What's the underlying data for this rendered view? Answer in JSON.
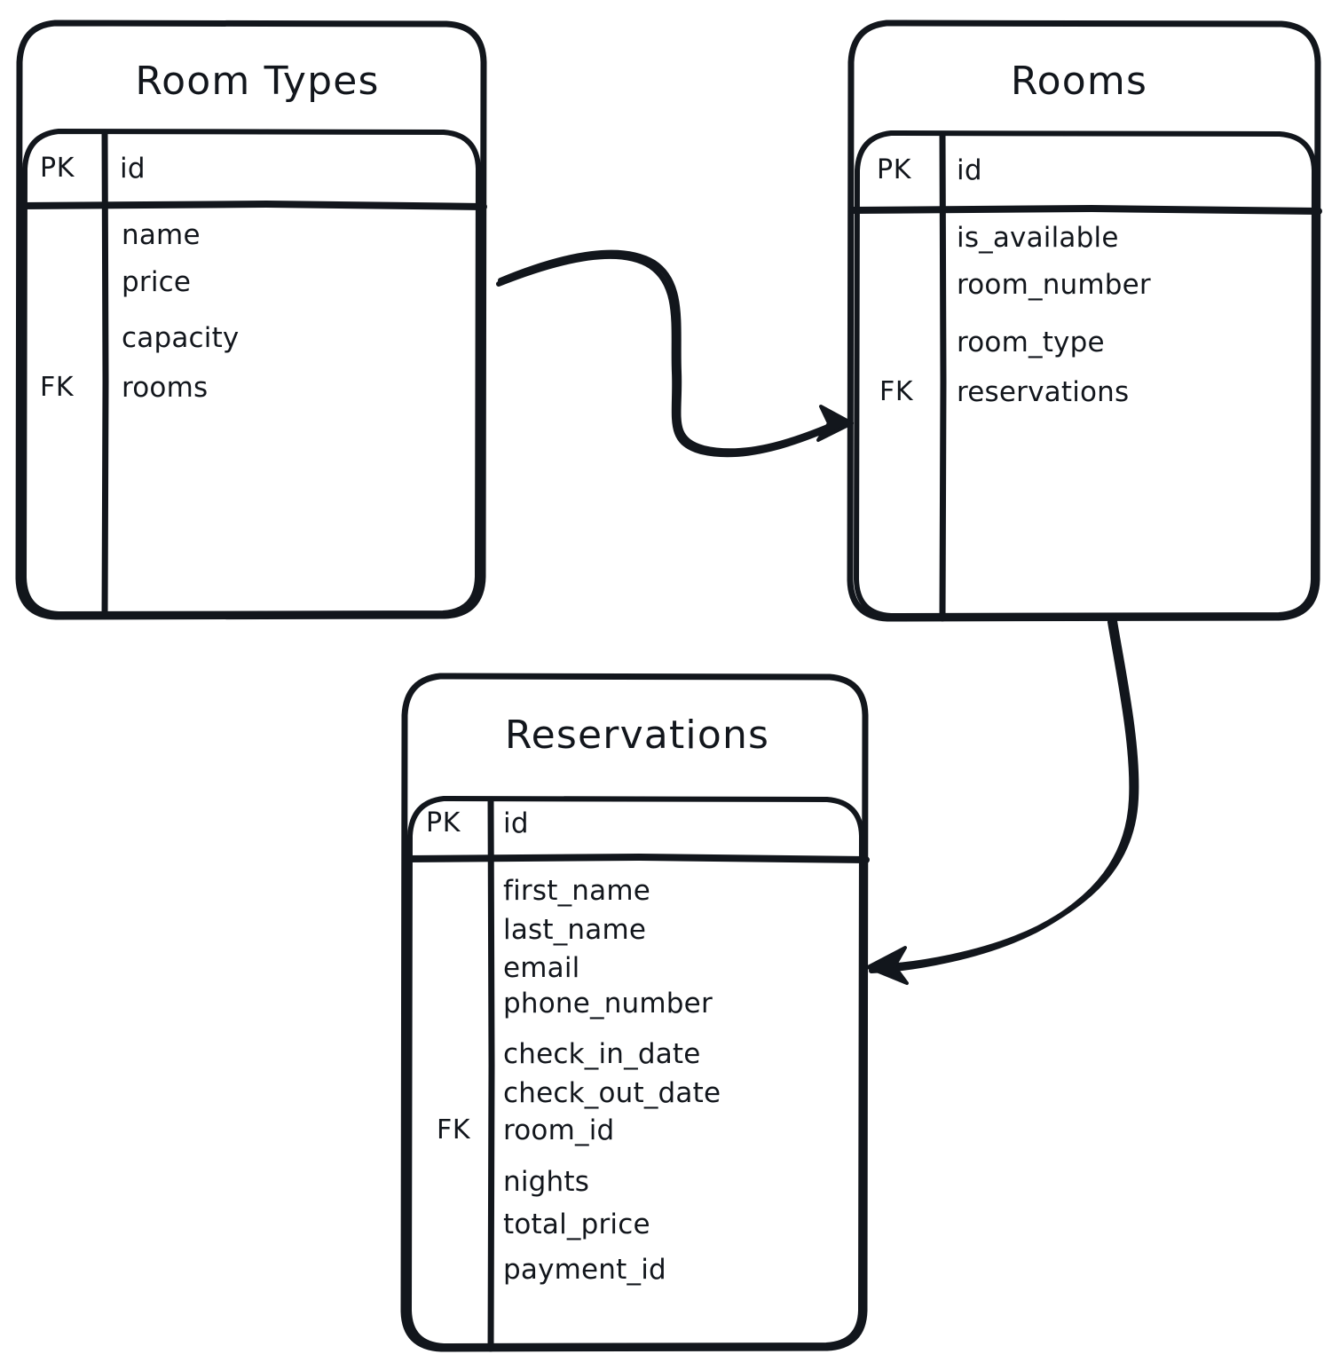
{
  "diagram": {
    "type": "entity-relationship-diagram",
    "style": "hand-drawn-sketch",
    "background_color": "#ffffff",
    "stroke_color": "#12161c",
    "entities": [
      {
        "id": "room_types",
        "title": "Room Types",
        "key_column_header": "",
        "primary_key": {
          "key": "PK",
          "field": "id"
        },
        "key_marker": "FK",
        "fields": [
          "name",
          "price",
          "capacity",
          "rooms"
        ]
      },
      {
        "id": "rooms",
        "title": "Rooms",
        "key_column_header": "",
        "primary_key": {
          "key": "PK",
          "field": "id"
        },
        "key_marker": "FK",
        "fields": [
          "is_available",
          "room_number",
          "room_type",
          "reservations"
        ]
      },
      {
        "id": "reservations",
        "title": "Reservations",
        "key_column_header": "",
        "primary_key": {
          "key": "PK",
          "field": "id"
        },
        "key_marker": "FK",
        "fields": [
          "first_name",
          "last_name",
          "email",
          "phone_number",
          "check_in_date",
          "check_out_date",
          "room_id",
          "nights",
          "total_price",
          "payment_id"
        ]
      }
    ],
    "relationships": [
      {
        "from": "room_types",
        "to": "rooms",
        "arrow": "single-arrowhead"
      },
      {
        "from": "rooms",
        "to": "reservations",
        "arrow": "single-arrowhead"
      }
    ]
  }
}
